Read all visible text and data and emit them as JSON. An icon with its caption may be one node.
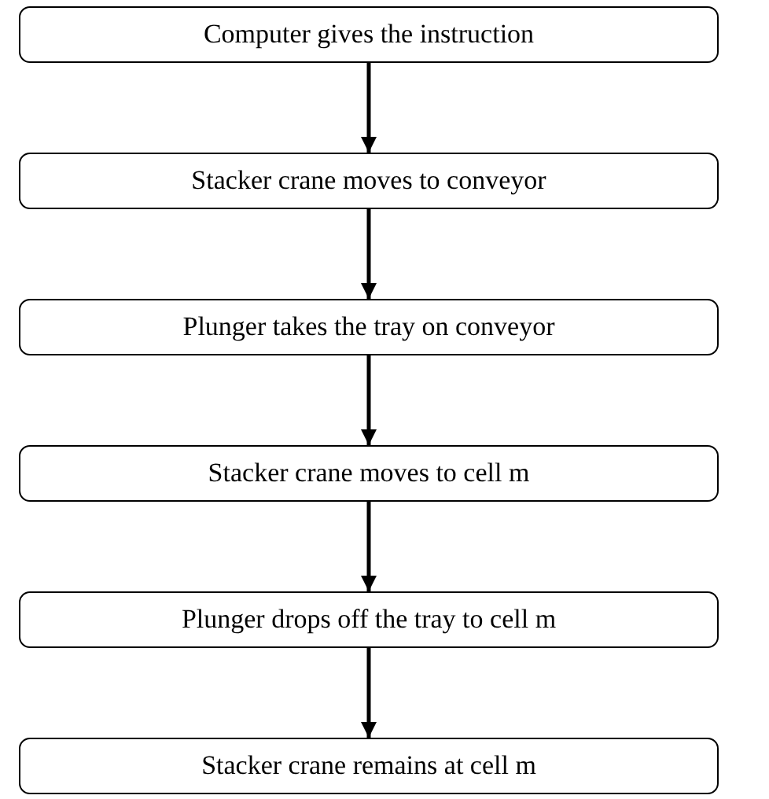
{
  "diagram": {
    "nodes": [
      {
        "text": [
          "Computer gives the instruction"
        ]
      },
      {
        "text": [
          "Stacker crane moves to conveyor"
        ]
      },
      {
        "text": [
          "Plunger takes the tray on conveyor"
        ]
      },
      {
        "text": [
          "Stacker crane moves to cell m"
        ]
      },
      {
        "text": [
          "Plunger drops off the tray to cell m"
        ]
      },
      {
        "text": [
          "Stacker crane remains at cell m"
        ]
      }
    ],
    "edges": [
      {
        "from": 0,
        "to": 1,
        "arrow": "to"
      },
      {
        "from": 1,
        "to": 2,
        "arrow": "to"
      },
      {
        "from": 2,
        "to": 3,
        "arrow": "to"
      },
      {
        "from": 3,
        "to": 4,
        "arrow": "to"
      },
      {
        "from": 4,
        "to": 5,
        "arrow": "to"
      }
    ]
  }
}
